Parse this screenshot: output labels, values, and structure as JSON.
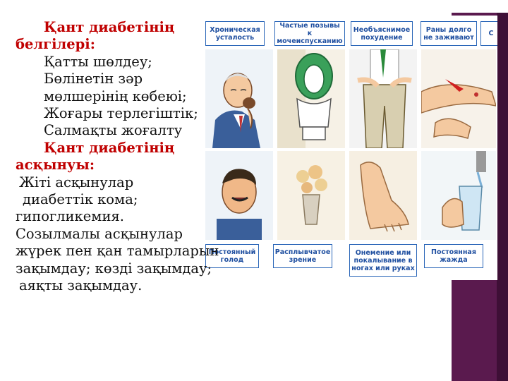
{
  "text_block": {
    "line1": "Қант диабетінің",
    "line2": "белгілері:",
    "line3": "Қатты шөлдеу;",
    "line4": "Бөлінетін зәр",
    "line5": "мөлшерінің көбеюі;",
    "line6": "Жоғары терлегіштік;",
    "line7": "Салмақты жоғалту",
    "line8": "Қант диабетінің",
    "line9": "асқынуы:",
    "line10": "Жіті асқынулар",
    "line11": "диабеттік  кома;",
    "line12": "гипогликемия.",
    "line13": "Созылмалы асқынулар",
    "line14": "жүрек пен қан тамырларын",
    "line15": "зақымдау; көзді зақымдау;",
    "line16": "аяқты зақымдау."
  },
  "poster": {
    "top_labels": [
      "Хроническая усталость",
      "Частые позывы к мочеиспусканию",
      "Необъяснимое похудение",
      "Раны долго не заживают",
      "С"
    ],
    "bottom_labels": [
      "Постоянный голод",
      "Расплывчатое зрение",
      "Онемение или покалывание в ногах или руках",
      "Постоянная жажда"
    ]
  },
  "colors": {
    "heading_red": "#c00000",
    "label_blue": "#1f4fa0",
    "side_bar": "#5a1a4e"
  }
}
